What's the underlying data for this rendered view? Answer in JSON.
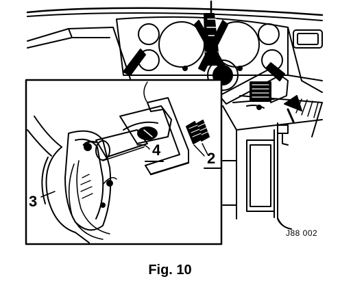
{
  "figure": {
    "caption": "Fig. 10",
    "reference_code": "J88 002",
    "callouts": {
      "c2": "2",
      "c3": "3",
      "c4": "4"
    }
  },
  "colors": {
    "ink": "#000000",
    "paper": "#ffffff"
  }
}
